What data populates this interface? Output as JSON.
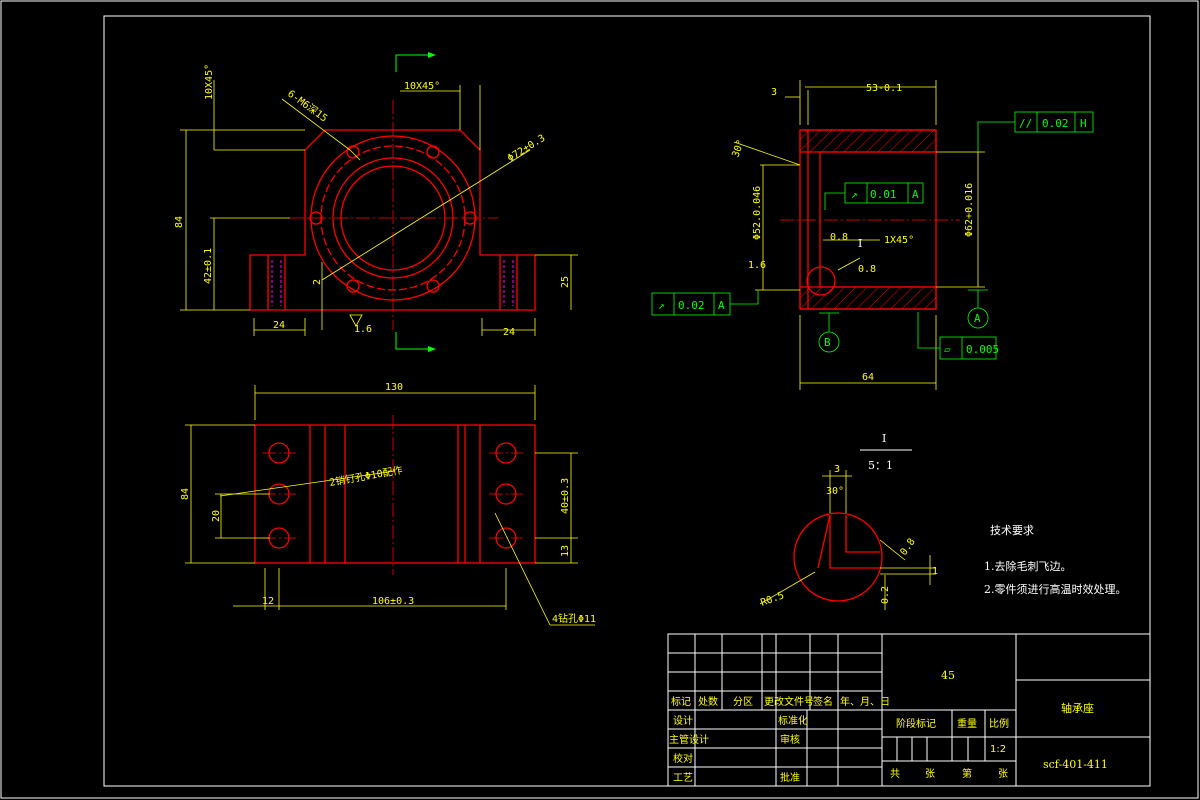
{
  "title_block": {
    "material": "45",
    "part_name": "轴承座",
    "drawing_no": "scf-401-411",
    "scale": "1:2",
    "labels": {
      "mark": "标记",
      "count": "处数",
      "zone": "分区",
      "change_doc": "更改文件号",
      "sign": "签名",
      "date": "年、月、日",
      "design": "设计",
      "standardize": "标准化",
      "chief": "主管设计",
      "review": "审核",
      "check": "校对",
      "process": "工艺",
      "approve": "批准",
      "stage_mark": "阶段标记",
      "weight": "重量",
      "ratio": "比例",
      "total": "共",
      "sheets": "张",
      "sheet_no": "第",
      "sheet": "张"
    }
  },
  "tech_req": {
    "title": "技术要求",
    "items": [
      "1.去除毛刺飞边。",
      "2.零件须进行高温时效处理。"
    ]
  },
  "detail": {
    "label": "I",
    "scale": "5：1",
    "dim_3": "3",
    "angle_30": "30°",
    "r_08": "0.8",
    "r05": "R0.5",
    "dim_1": "1",
    "dim_02": "0.2"
  },
  "top_view": {
    "chamfer": "10X45°",
    "chamfer_v": "10X45°",
    "holes": "6-M6深15",
    "dia": "Φ72±0.3",
    "h84": "84",
    "h42": "42±0.1",
    "w24a": "24",
    "w24b": "24",
    "h25": "25",
    "h2": "2",
    "rough": "1.6"
  },
  "plan_view": {
    "w130": "130",
    "h84": "84",
    "h20": "20",
    "pins": "2销钉孔Φ10配作",
    "h40": "40±0.3",
    "h13": "13",
    "w12": "12",
    "w106": "106±0.3",
    "holes4": "4钻孔Φ11"
  },
  "section_view": {
    "w53": "53-0.1",
    "w3": "3",
    "angle30": "30°",
    "tol_parallel": "0.02",
    "datum_h": "H",
    "tol_runout": "0.01",
    "datum_a": "A",
    "dia52": "Φ52.0.046",
    "rough08a": "0.8",
    "label_i": "I",
    "chamfer": "1X45°",
    "dia62": "Φ62+0.016",
    "rough16": "1.6",
    "rough08b": "0.8",
    "tol_perp": "0.02",
    "datum_a2": "A",
    "datum_b": "B",
    "datum_a3": "A",
    "tol_flat": "0.005",
    "w64": "64"
  }
}
